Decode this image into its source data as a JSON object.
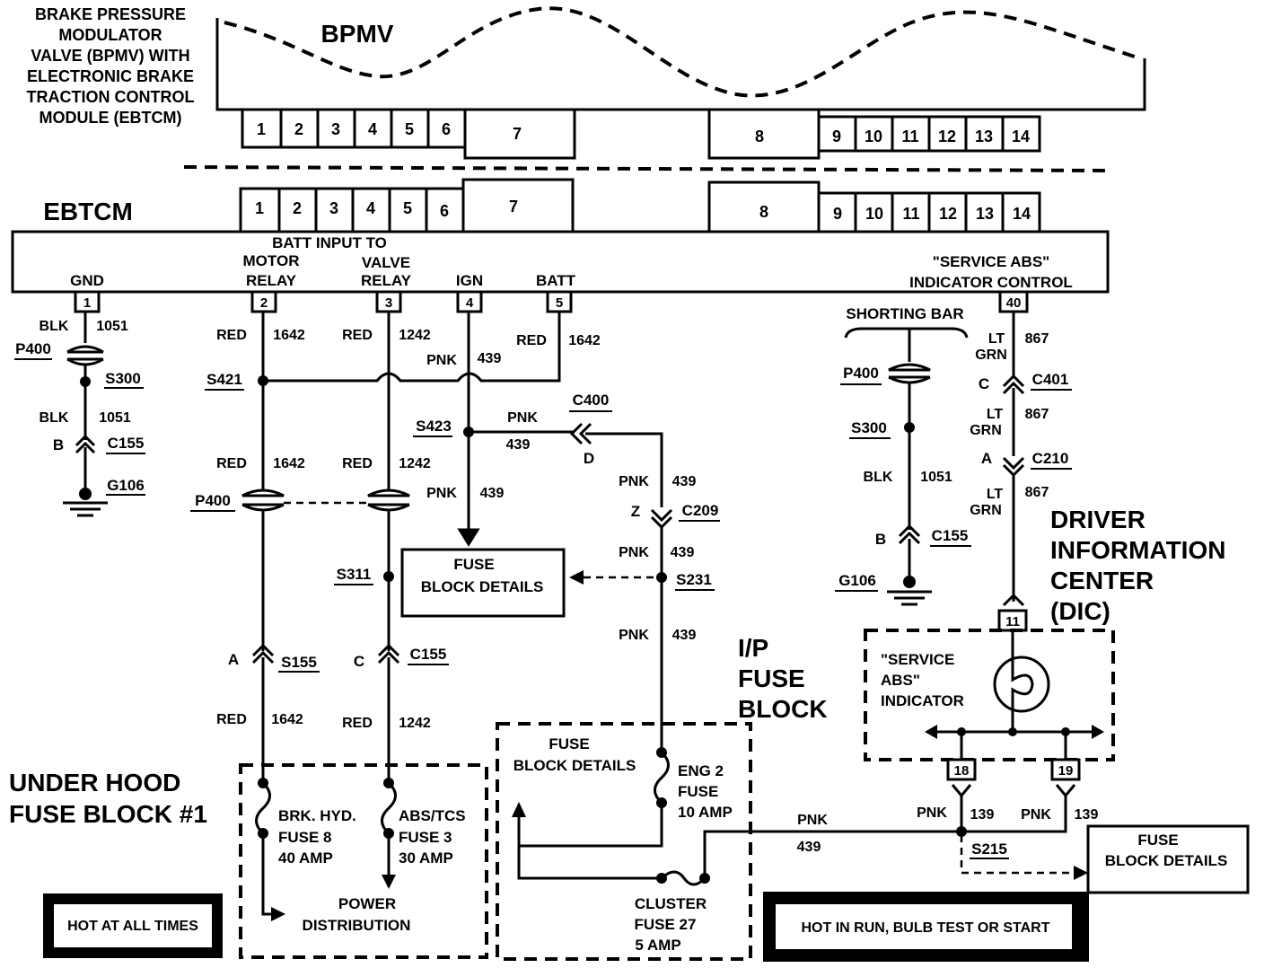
{
  "module": {
    "title_lines": [
      "BRAKE PRESSURE",
      "MODULATOR",
      "VALVE (BPMV) WITH",
      "ELECTRONIC BRAKE",
      "TRACTION CONTROL",
      "MODULE (EBTCM)"
    ],
    "bpmv_label": "BPMV",
    "ebtcm_label": "EBTCM",
    "pins": [
      "1",
      "2",
      "3",
      "4",
      "5",
      "6",
      "7",
      "8",
      "9",
      "10",
      "11",
      "12",
      "13",
      "14"
    ]
  },
  "ebtcm_terminals": {
    "gnd": "GND",
    "batt_input_line1": "BATT INPUT TO",
    "motor_relay_line1": "MOTOR",
    "motor_relay_line2": "RELAY",
    "valve_relay_line1": "VALVE",
    "valve_relay_line2": "RELAY",
    "ign": "IGN",
    "batt": "BATT",
    "service_abs_line1": "\"SERVICE ABS\"",
    "service_abs_line2": "INDICATOR CONTROL",
    "pin_gnd": "1",
    "pin_motor": "2",
    "pin_valve": "3",
    "pin_ign": "4",
    "pin_batt": "5",
    "pin_service": "40"
  },
  "colors": {
    "blk": "BLK",
    "red": "RED",
    "pnk": "PNK",
    "lt": "LT",
    "grn": "GRN"
  },
  "circuits": {
    "c1051": "1051",
    "c1642": "1642",
    "c1242": "1242",
    "c439": "439",
    "c867": "867",
    "c139": "139"
  },
  "connectors": {
    "p400": "P400",
    "s300": "S300",
    "c155": "C155",
    "g106": "G106",
    "s421": "S421",
    "s423": "S423",
    "c400": "C400",
    "c209": "C209",
    "s231": "S231",
    "s311": "S311",
    "s155": "S155",
    "c401": "C401",
    "c210": "C210",
    "s215": "S215",
    "a": "A",
    "b": "B",
    "c": "C",
    "d": "D",
    "z": "Z"
  },
  "shorting_bar": "SHORTING BAR",
  "dic": {
    "line1": "DRIVER",
    "line2": "INFORMATION",
    "line3": "CENTER",
    "line4": "(DIC)",
    "pin_11": "11",
    "pin_18": "18",
    "pin_19": "19",
    "ind_line1": "\"SERVICE",
    "ind_line2": "ABS\"",
    "ind_line3": "INDICATOR"
  },
  "fuse_block_details": {
    "line1": "FUSE",
    "line2": "BLOCK DETAILS"
  },
  "ip_fuse_block": {
    "line1": "I/P",
    "line2": "FUSE",
    "line3": "BLOCK"
  },
  "under_hood": {
    "line1": "UNDER HOOD",
    "line2": "FUSE BLOCK #1"
  },
  "fuses": {
    "brk_line1": "BRK. HYD.",
    "brk_line2": "FUSE 8",
    "brk_line3": "40 AMP",
    "abs_line1": "ABS/TCS",
    "abs_line2": "FUSE 3",
    "abs_line3": "30 AMP",
    "eng_line1": "ENG 2",
    "eng_line2": "FUSE",
    "eng_line3": "10 AMP",
    "cluster_line1": "CLUSTER",
    "cluster_line2": "FUSE 27",
    "cluster_line3": "5 AMP"
  },
  "power_distribution": {
    "line1": "POWER",
    "line2": "DISTRIBUTION"
  },
  "hot_at_all_times": "HOT AT ALL TIMES",
  "hot_in_run": "HOT IN RUN, BULB TEST OR START"
}
